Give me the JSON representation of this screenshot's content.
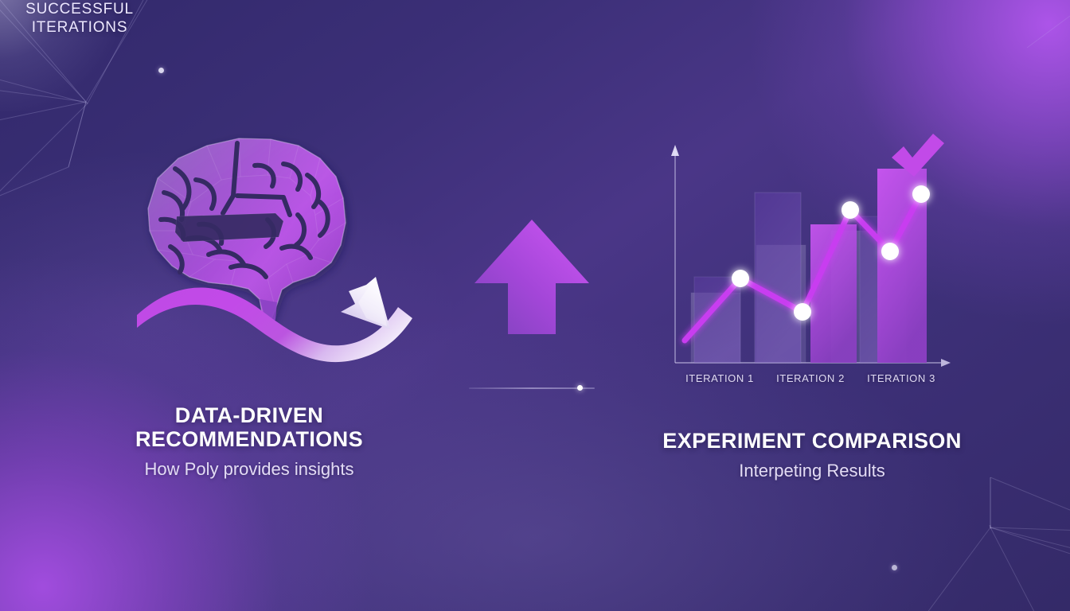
{
  "slide": {
    "background_color": "#3b2f77",
    "accent_color": "#b44ae0",
    "accent_bright": "#c85cf5",
    "text_color": "#ffffff",
    "subtext_color": "#e3dcf4"
  },
  "left_panel": {
    "icon": "brain-icon",
    "swoosh_icon": "growth-swoosh-arrow-icon",
    "title": "DATA-DRIVEN RECOMMENDATIONS",
    "title_line1": "DATA-DRIVEN",
    "title_line2": "RECOMMENDATIONS",
    "subtitle": "How Poly provides insights"
  },
  "middle_panel": {
    "icon": "up-arrow-icon",
    "label_line1": "SUCCESSFUL",
    "label_line2": "ITERATIONS",
    "divider_dot": "progress-dot"
  },
  "right_panel": {
    "icon": "bar-chart-icon",
    "check_icon": "checkmark-icon",
    "title": "EXPERIMENT COMPARISON",
    "subtitle": "Interpeting Results"
  },
  "chart_data": {
    "type": "bar",
    "title": "EXPERIMENT COMPARISON",
    "subtitle": "Interpeting Results",
    "xlabel": "",
    "ylabel": "",
    "grid": false,
    "legend": false,
    "categories": [
      "ITERATION 1",
      "ITERATION 2",
      "ITERATION 3"
    ],
    "ylim": [
      0,
      100
    ],
    "series": [
      {
        "name": "baseline-bars",
        "kind": "bar",
        "color": "#8b7ec8",
        "opacity": 0.3,
        "values": [
          29,
          49,
          55
        ]
      },
      {
        "name": "comparison-bars",
        "kind": "bar",
        "color": "#6d4ec2",
        "opacity": 0.45,
        "values": [
          36,
          78,
          66
        ]
      },
      {
        "name": "result-bars",
        "kind": "bar",
        "color": "#b44ae0",
        "opacity": 1.0,
        "values": [
          22,
          62,
          92
        ]
      },
      {
        "name": "trend-line",
        "kind": "line",
        "color": "#c83cf0",
        "marker": "white-circle",
        "x": [
          0,
          30,
          55,
          80,
          100
        ],
        "values": [
          18,
          44,
          30,
          56,
          68
        ]
      }
    ]
  },
  "background": {
    "decoration": "low-poly-line-network",
    "dots": [
      "bg-dot-1",
      "bg-dot-2"
    ],
    "glow_top_right": "#b256ee",
    "glow_bottom_left": "#a84ee5"
  }
}
